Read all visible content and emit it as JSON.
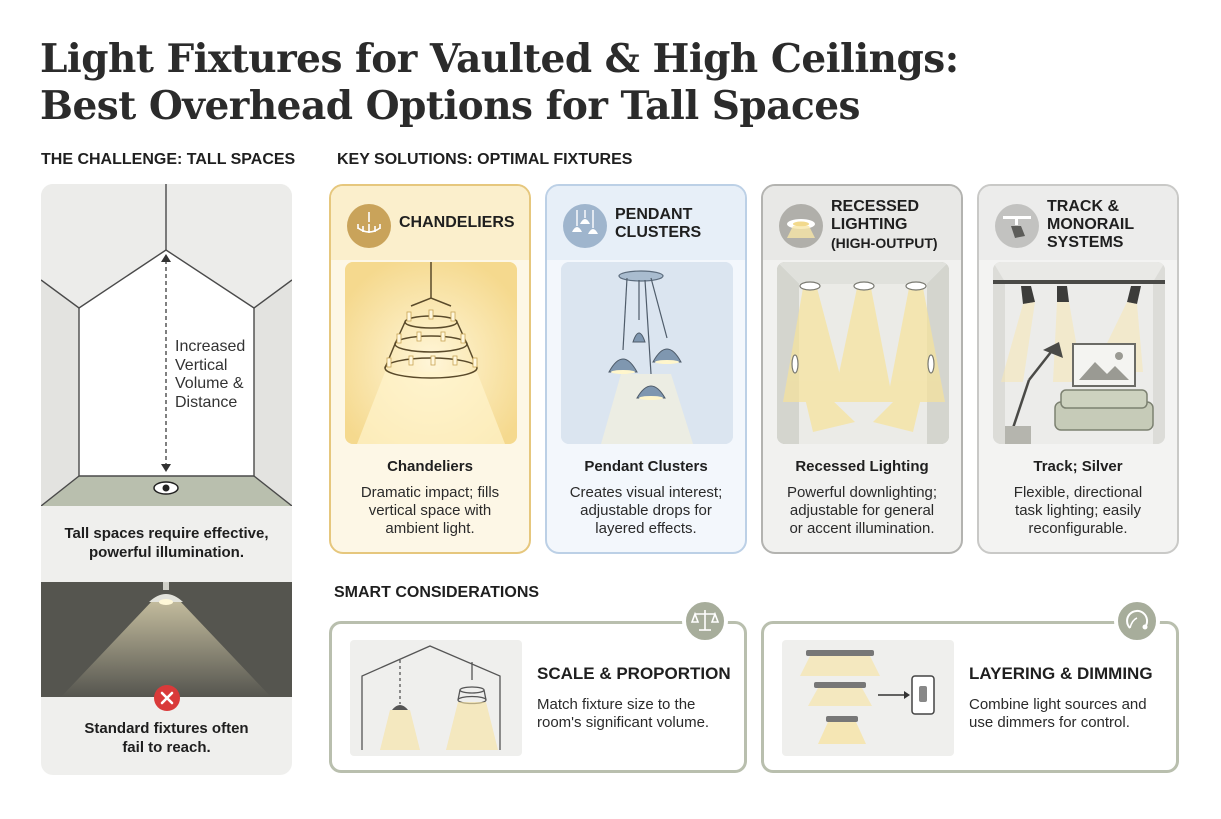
{
  "title": {
    "line1": "Light Fixtures for Vaulted & High Ceilings:",
    "line2": "Best Overhead Options for Tall Spaces"
  },
  "challenge": {
    "heading": "THE CHALLENGE: TALL SPACES",
    "volume_label": [
      "Increased",
      "Vertical",
      "Volume &",
      "Distance"
    ],
    "statement": [
      "Tall spaces require effective,",
      "powerful illumination."
    ],
    "fail_text": [
      "Standard fixtures often",
      "fail to reach."
    ]
  },
  "solutions": {
    "heading": "KEY SOLUTIONS: OPTIMAL FIXTURES",
    "cards": [
      {
        "head": [
          "CHANDELIERS"
        ],
        "title": "Chandeliers",
        "desc": [
          "Dramatic impact; fills",
          "vertical space with",
          "ambient light."
        ],
        "icon": "chandelier-icon",
        "accent": "#e6c77d"
      },
      {
        "head": [
          "PENDANT",
          "CLUSTERS"
        ],
        "title": "Pendant Clusters",
        "desc": [
          "Creates visual interest;",
          "adjustable drops for",
          "layered effects."
        ],
        "icon": "pendant-icon",
        "accent": "#bcd0e6"
      },
      {
        "head": [
          "RECESSED",
          "LIGHTING",
          "(HIGH-OUTPUT)"
        ],
        "title": "Recessed Lighting",
        "desc": [
          "Powerful downlighting;",
          "adjustable for general",
          "or accent illumination."
        ],
        "icon": "recessed-light-icon",
        "accent": "#b3b3b0"
      },
      {
        "head": [
          "TRACK &",
          "MONORAIL",
          "SYSTEMS"
        ],
        "title": "Track; Silver",
        "desc": [
          "Flexible, directional",
          "task lighting; easily",
          "reconfigurable."
        ],
        "icon": "track-light-icon",
        "accent": "#c9c9c7"
      }
    ]
  },
  "considerations": {
    "heading": "SMART CONSIDERATIONS",
    "items": [
      {
        "title": "SCALE & PROPORTION",
        "desc": [
          "Match fixture size to the",
          "room's significant volume."
        ],
        "icon": "scale-icon"
      },
      {
        "title": "LAYERING & DIMMING",
        "desc": [
          "Combine light sources and",
          "use dimmers for control."
        ],
        "icon": "dimmer-icon"
      }
    ]
  },
  "colors": {
    "warm": "#f3d98c",
    "sage": "#a7ad9b",
    "blue": "#e9f1fa",
    "gray": "#efefed"
  }
}
